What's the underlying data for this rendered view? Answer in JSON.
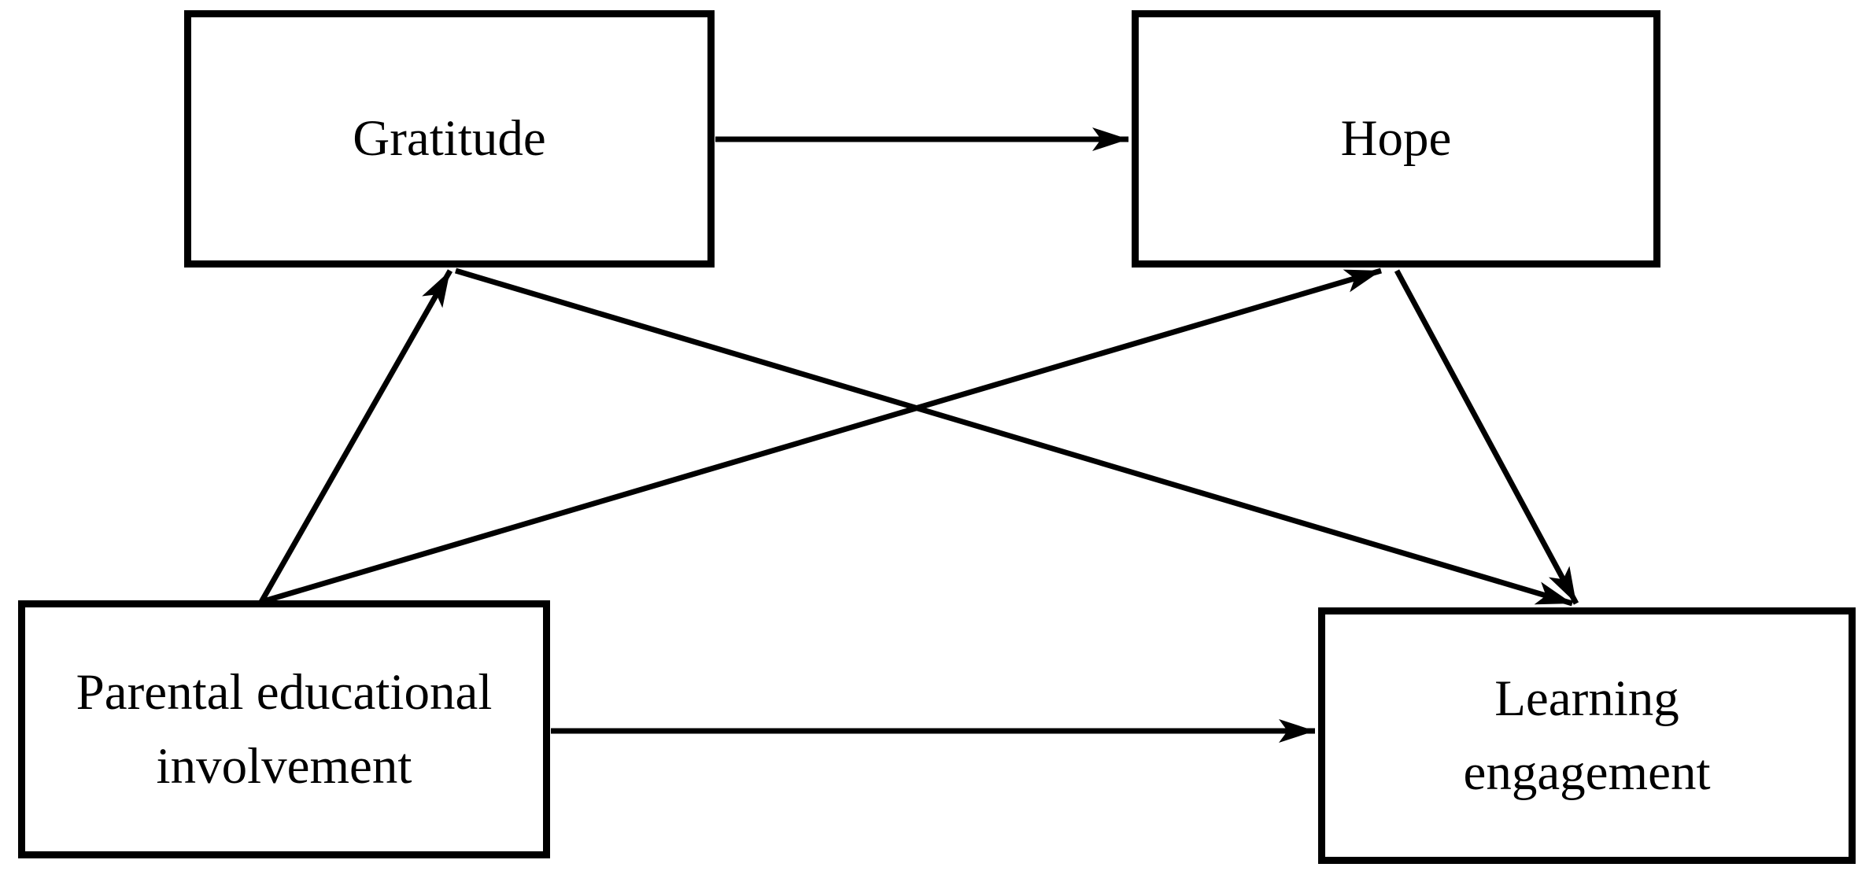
{
  "diagram": {
    "type": "path-model",
    "background_color": "#ffffff",
    "line_color": "#000000",
    "text_color": "#000000",
    "nodes": {
      "gratitude": {
        "label": "Gratitude"
      },
      "hope": {
        "label": "Hope"
      },
      "parental_educational_involvement": {
        "label": "Parental educational\ninvolvement"
      },
      "learning_engagement": {
        "label": "Learning\nengagement"
      }
    },
    "edges": [
      {
        "from": "Gratitude",
        "to": "Hope"
      },
      {
        "from": "Parental educational involvement",
        "to": "Gratitude"
      },
      {
        "from": "Parental educational involvement",
        "to": "Hope"
      },
      {
        "from": "Parental educational involvement",
        "to": "Learning engagement"
      },
      {
        "from": "Gratitude",
        "to": "Learning engagement"
      },
      {
        "from": "Hope",
        "to": "Learning engagement"
      }
    ]
  }
}
